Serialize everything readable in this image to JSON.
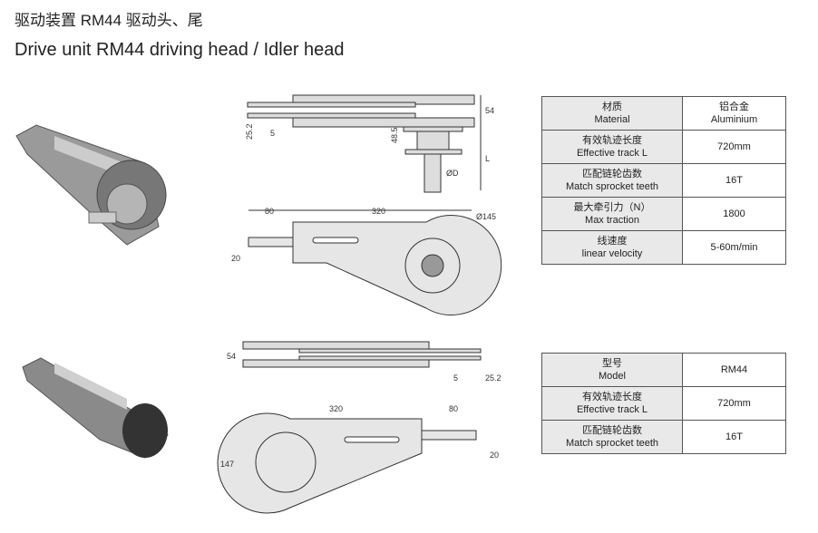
{
  "title_cn": "驱动装置 RM44 驱动头、尾",
  "title_en": "Drive unit RM44 driving head / Idler head",
  "drive_table": [
    {
      "cn": "材质",
      "en": "Material",
      "value_cn": "铝合金",
      "value": "Aluminium"
    },
    {
      "cn": "有效轨迹长度",
      "en": "Effective track L",
      "value": "720mm"
    },
    {
      "cn": "匹配链轮齿数",
      "en": "Match sprocket teeth",
      "value": "16T"
    },
    {
      "cn": "最大牵引力（N）",
      "en": "Max traction",
      "value": "1800"
    },
    {
      "cn": "线速度",
      "en": "linear velocity",
      "value": "5-60m/min"
    }
  ],
  "idler_table": [
    {
      "cn": "型号",
      "en": "Model",
      "value": "RM44"
    },
    {
      "cn": "有效轨迹长度",
      "en": "Effective track L",
      "value": "720mm"
    },
    {
      "cn": "匹配链轮齿数",
      "en": "Match sprocket teeth",
      "value": "16T"
    }
  ],
  "drive_dims": {
    "d25": "25.2",
    "d5": "5",
    "d48": "48.5",
    "d54": "54",
    "dL": "L",
    "dD": "ØD",
    "d80": "80",
    "d320": "320",
    "d145": "Ø145",
    "d20": "20"
  },
  "idler_dims": {
    "d54": "54",
    "d5": "5",
    "d25": "25.2",
    "d320": "320",
    "d80": "80",
    "d147": "147",
    "d20": "20"
  }
}
